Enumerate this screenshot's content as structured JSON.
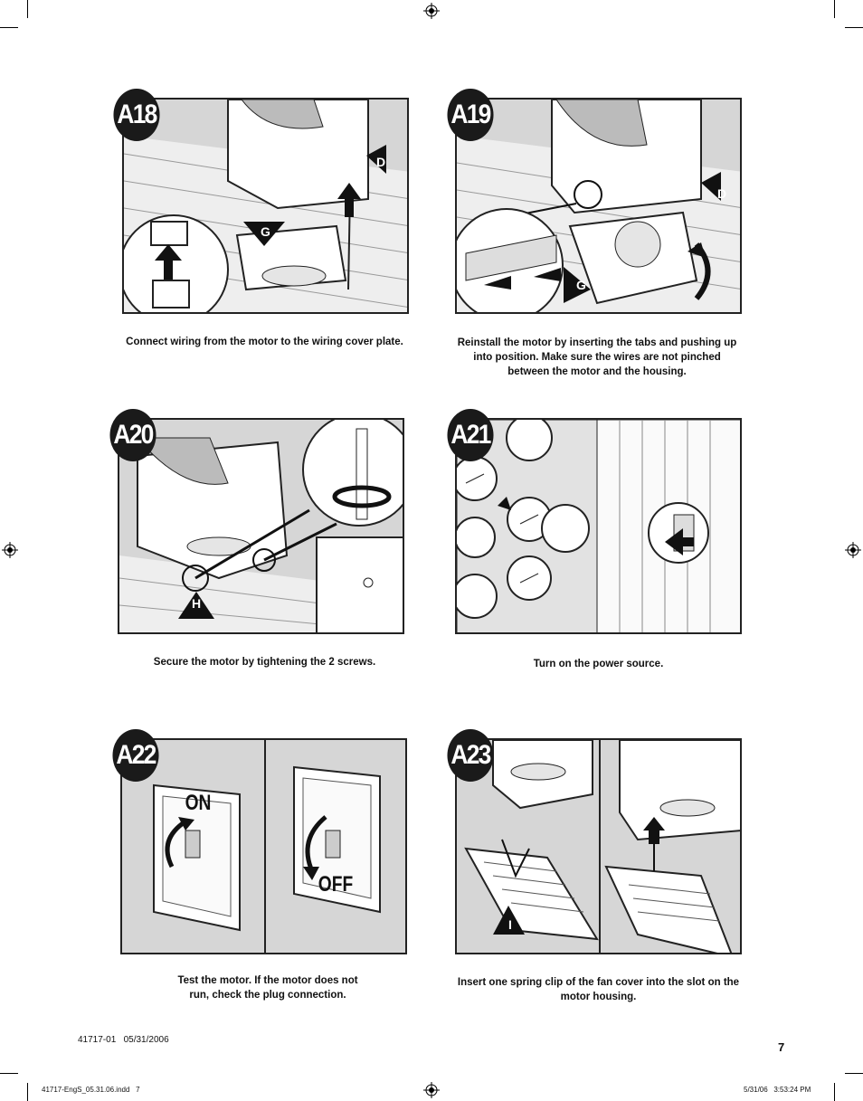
{
  "steps": [
    {
      "label": "A18",
      "caption": "Connect wiring from the motor to the wiring cover plate.",
      "callouts": [
        "D",
        "G"
      ]
    },
    {
      "label": "A19",
      "caption": "Reinstall the motor by inserting the tabs and pushing up into position. Make sure the wires are not pinched between the motor and the housing.",
      "callouts": [
        "D",
        "G"
      ]
    },
    {
      "label": "A20",
      "caption": "Secure the motor by tightening the 2 screws.",
      "callouts": [
        "H"
      ]
    },
    {
      "label": "A21",
      "caption": "Turn on the power source.",
      "callouts": []
    },
    {
      "label": "A22",
      "caption": "Test the motor. If the motor does not run, check the plug connection.",
      "switch_on": "ON",
      "switch_off": "OFF"
    },
    {
      "label": "A23",
      "caption": "Insert one spring clip of the fan cover into the slot on the motor housing.",
      "callouts": [
        "I"
      ]
    }
  ],
  "footer": {
    "doc_code": "41717-01   05/31/2006",
    "page_number": "7",
    "slug_left": "41717-EngS_05.31.06.indd   7",
    "slug_right": "5/31/06   3:53:24 PM"
  }
}
